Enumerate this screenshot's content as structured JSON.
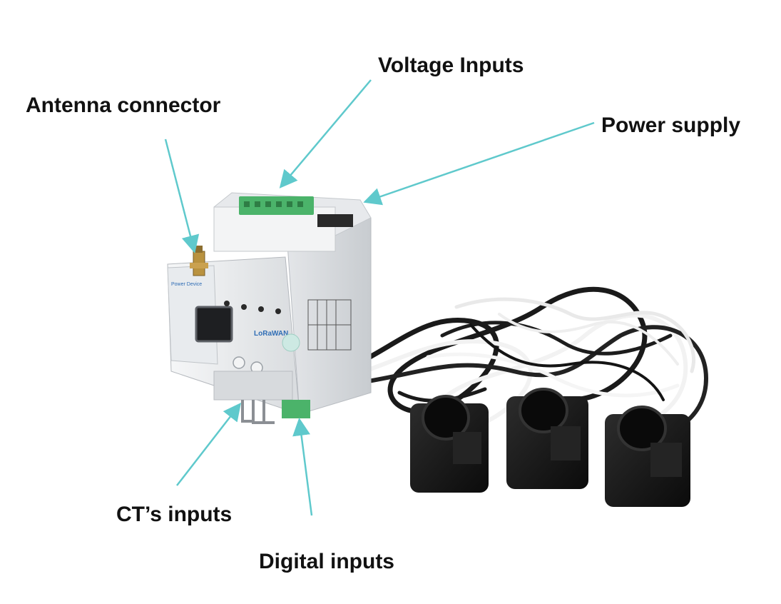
{
  "labels": {
    "voltage_inputs": "Voltage Inputs",
    "antenna_connector": "Antenna connector",
    "power_supply": "Power supply",
    "ct_inputs": "CT’s inputs",
    "digital_inputs": "Digital inputs"
  },
  "device": {
    "front_panel_text": "Power Device",
    "logo_text": "LoRaWAN"
  },
  "colors": {
    "arrow": "#5fc9cc",
    "label_text": "#111111",
    "device_body": "#eef0f2",
    "terminal_green": "#4bb36a",
    "clamp_black": "#151515"
  }
}
